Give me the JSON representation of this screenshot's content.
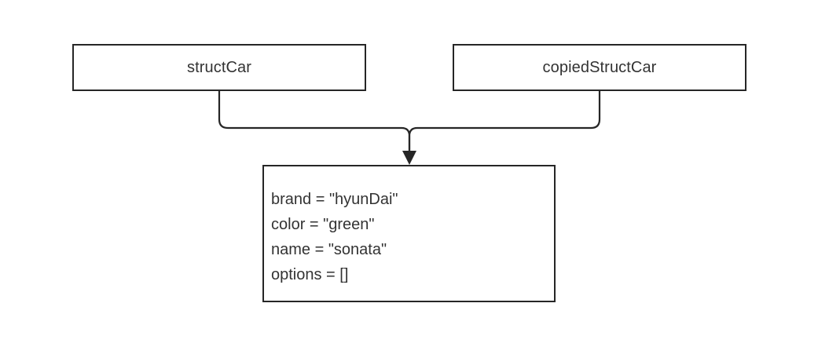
{
  "diagram": {
    "title": "struct value-copy diagram",
    "background_color": "#ffffff",
    "stroke_color": "#262626",
    "text_color": "#333333",
    "nodes": {
      "struct_car": {
        "label": "structCar"
      },
      "copied_struct_car": {
        "label": "copiedStructCar"
      },
      "attributes": {
        "rows": [
          "brand = \"hyunDai\"",
          "color = \"green\"",
          "name = \"sonata\"",
          "options = []"
        ]
      }
    },
    "edges": [
      {
        "from": "structCar",
        "to": "attributes",
        "arrow": "arrowhead-down-icon"
      },
      {
        "from": "copiedStructCar",
        "to": "attributes",
        "arrow": "arrowhead-down-icon"
      }
    ]
  }
}
